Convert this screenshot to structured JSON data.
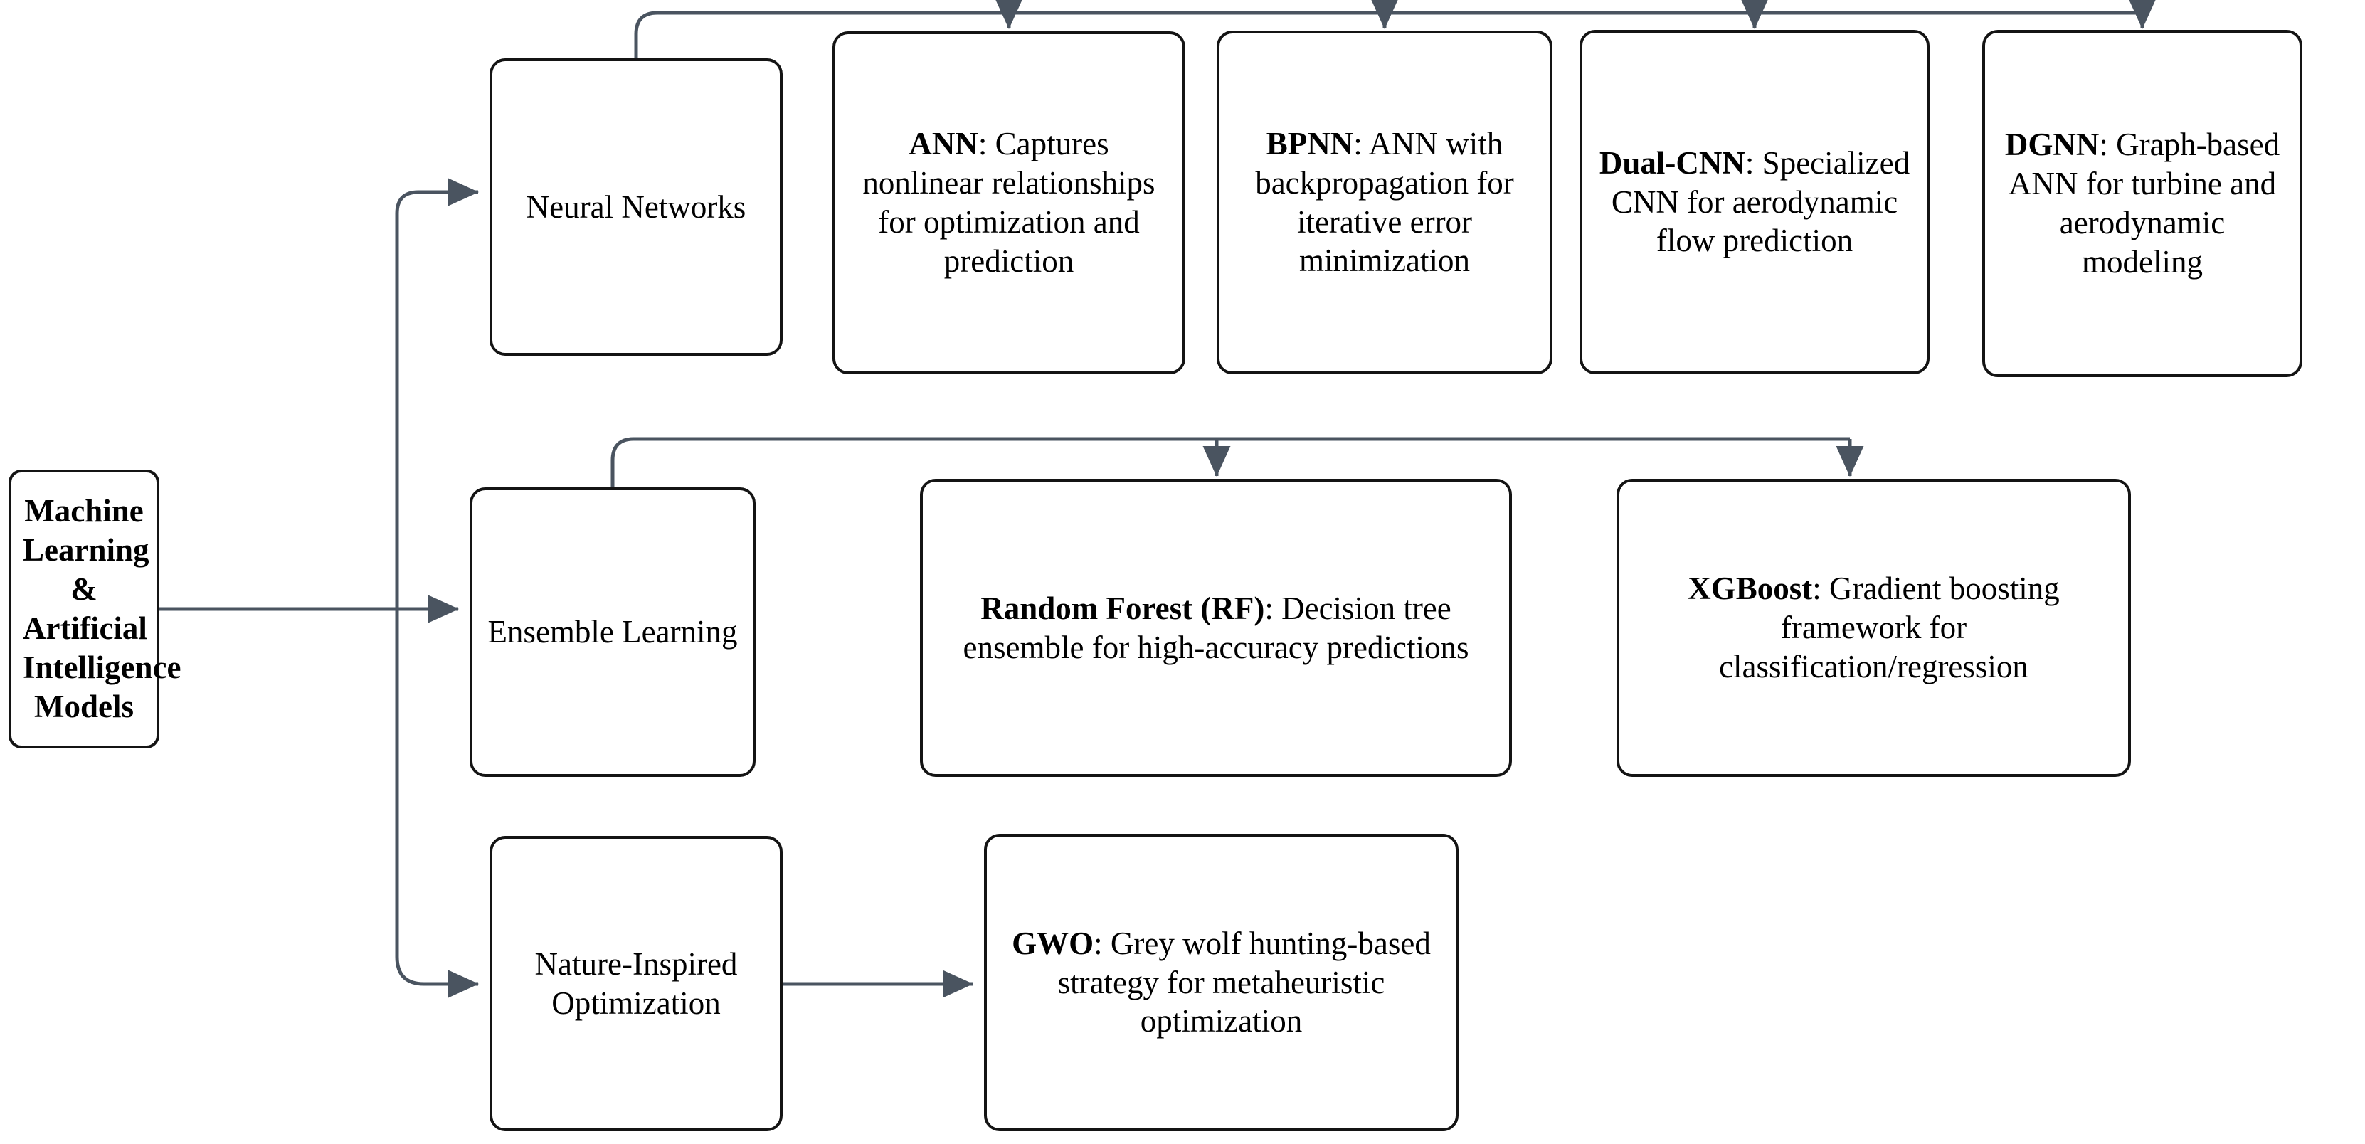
{
  "diagram": {
    "title": "Machine Learning & Artificial Intelligence Models taxonomy",
    "stroke_color": "#141414",
    "connector_color": "#4a5460",
    "background": "#ffffff"
  },
  "root": {
    "label": "Machine Learning & Artificial Intelligence Models"
  },
  "branches": [
    {
      "id": "neural-networks",
      "label": "Neural Networks",
      "children": [
        {
          "id": "ann",
          "bold": "ANN",
          "rest": ": Captures nonlinear relationships for optimization and prediction"
        },
        {
          "id": "bpnn",
          "bold": "BPNN",
          "rest": ": ANN with backpropagation for iterative error minimization"
        },
        {
          "id": "dual-cnn",
          "bold": "Dual-CNN",
          "rest": ": Specialized CNN for aerodynamic flow prediction"
        },
        {
          "id": "dgnn",
          "bold": "DGNN",
          "rest": ": Graph-based ANN for turbine and aerodynamic modeling"
        }
      ]
    },
    {
      "id": "ensemble-learning",
      "label": "Ensemble Learning",
      "children": [
        {
          "id": "random-forest",
          "bold": "Random Forest (RF)",
          "rest": ": Decision tree ensemble for high-accuracy predictions"
        },
        {
          "id": "xgboost",
          "bold": "XGBoost",
          "rest": ": Gradient boosting framework for classification/regression"
        }
      ]
    },
    {
      "id": "nature-inspired-optimization",
      "label": "Nature-Inspired Optimization",
      "children": [
        {
          "id": "gwo",
          "bold": "GWO",
          "rest": ": Grey wolf hunting-based strategy for metaheuristic optimization"
        }
      ]
    }
  ]
}
